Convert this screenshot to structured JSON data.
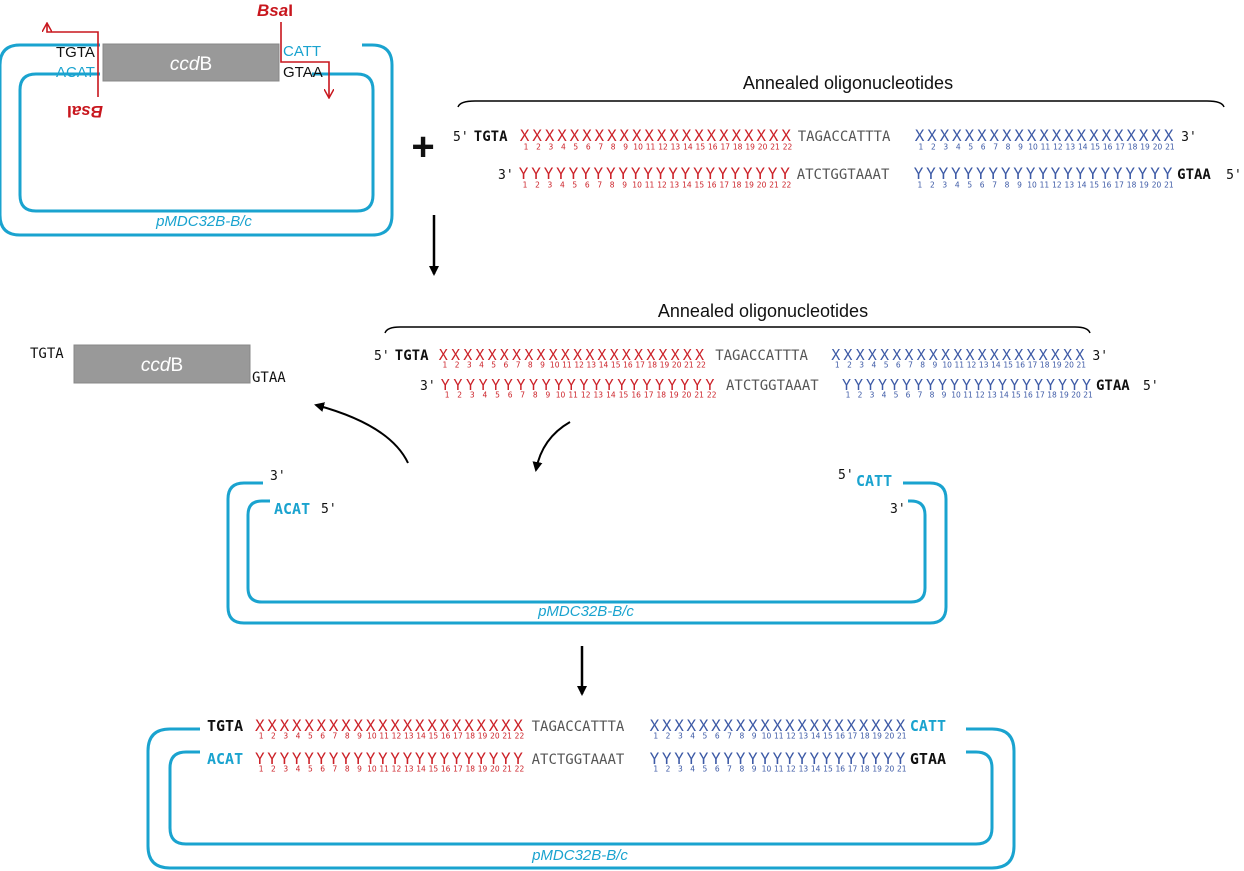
{
  "labels": {
    "annealed_title": "Annealed oligonucleotides",
    "vector_name": "pMDC32B-B/c",
    "ccdb_italic": "ccd",
    "ccdb_roman": "B",
    "bsai_italic": "Bsa",
    "bsai_roman": "I",
    "plus": "+"
  },
  "ends": {
    "left_top": "TGTA",
    "left_bottom": "ACAT",
    "right_top": "CATT",
    "right_bottom": "GTAA",
    "prime5": "5'",
    "prime3": "3'"
  },
  "oligo": {
    "top_linker": "TAGACCATTTA",
    "bottom_linker": "ATCTGGTAAAT",
    "x_char": "X",
    "y_char": "Y",
    "red_count": 22,
    "blue_count": 21
  },
  "colors": {
    "vector": "#1aa3cf",
    "enzyme": "#c8161d",
    "red_target": "#cc2229",
    "blue_target": "#3d5aa6",
    "ccdb_box": "#999999",
    "linker": "#555555"
  }
}
